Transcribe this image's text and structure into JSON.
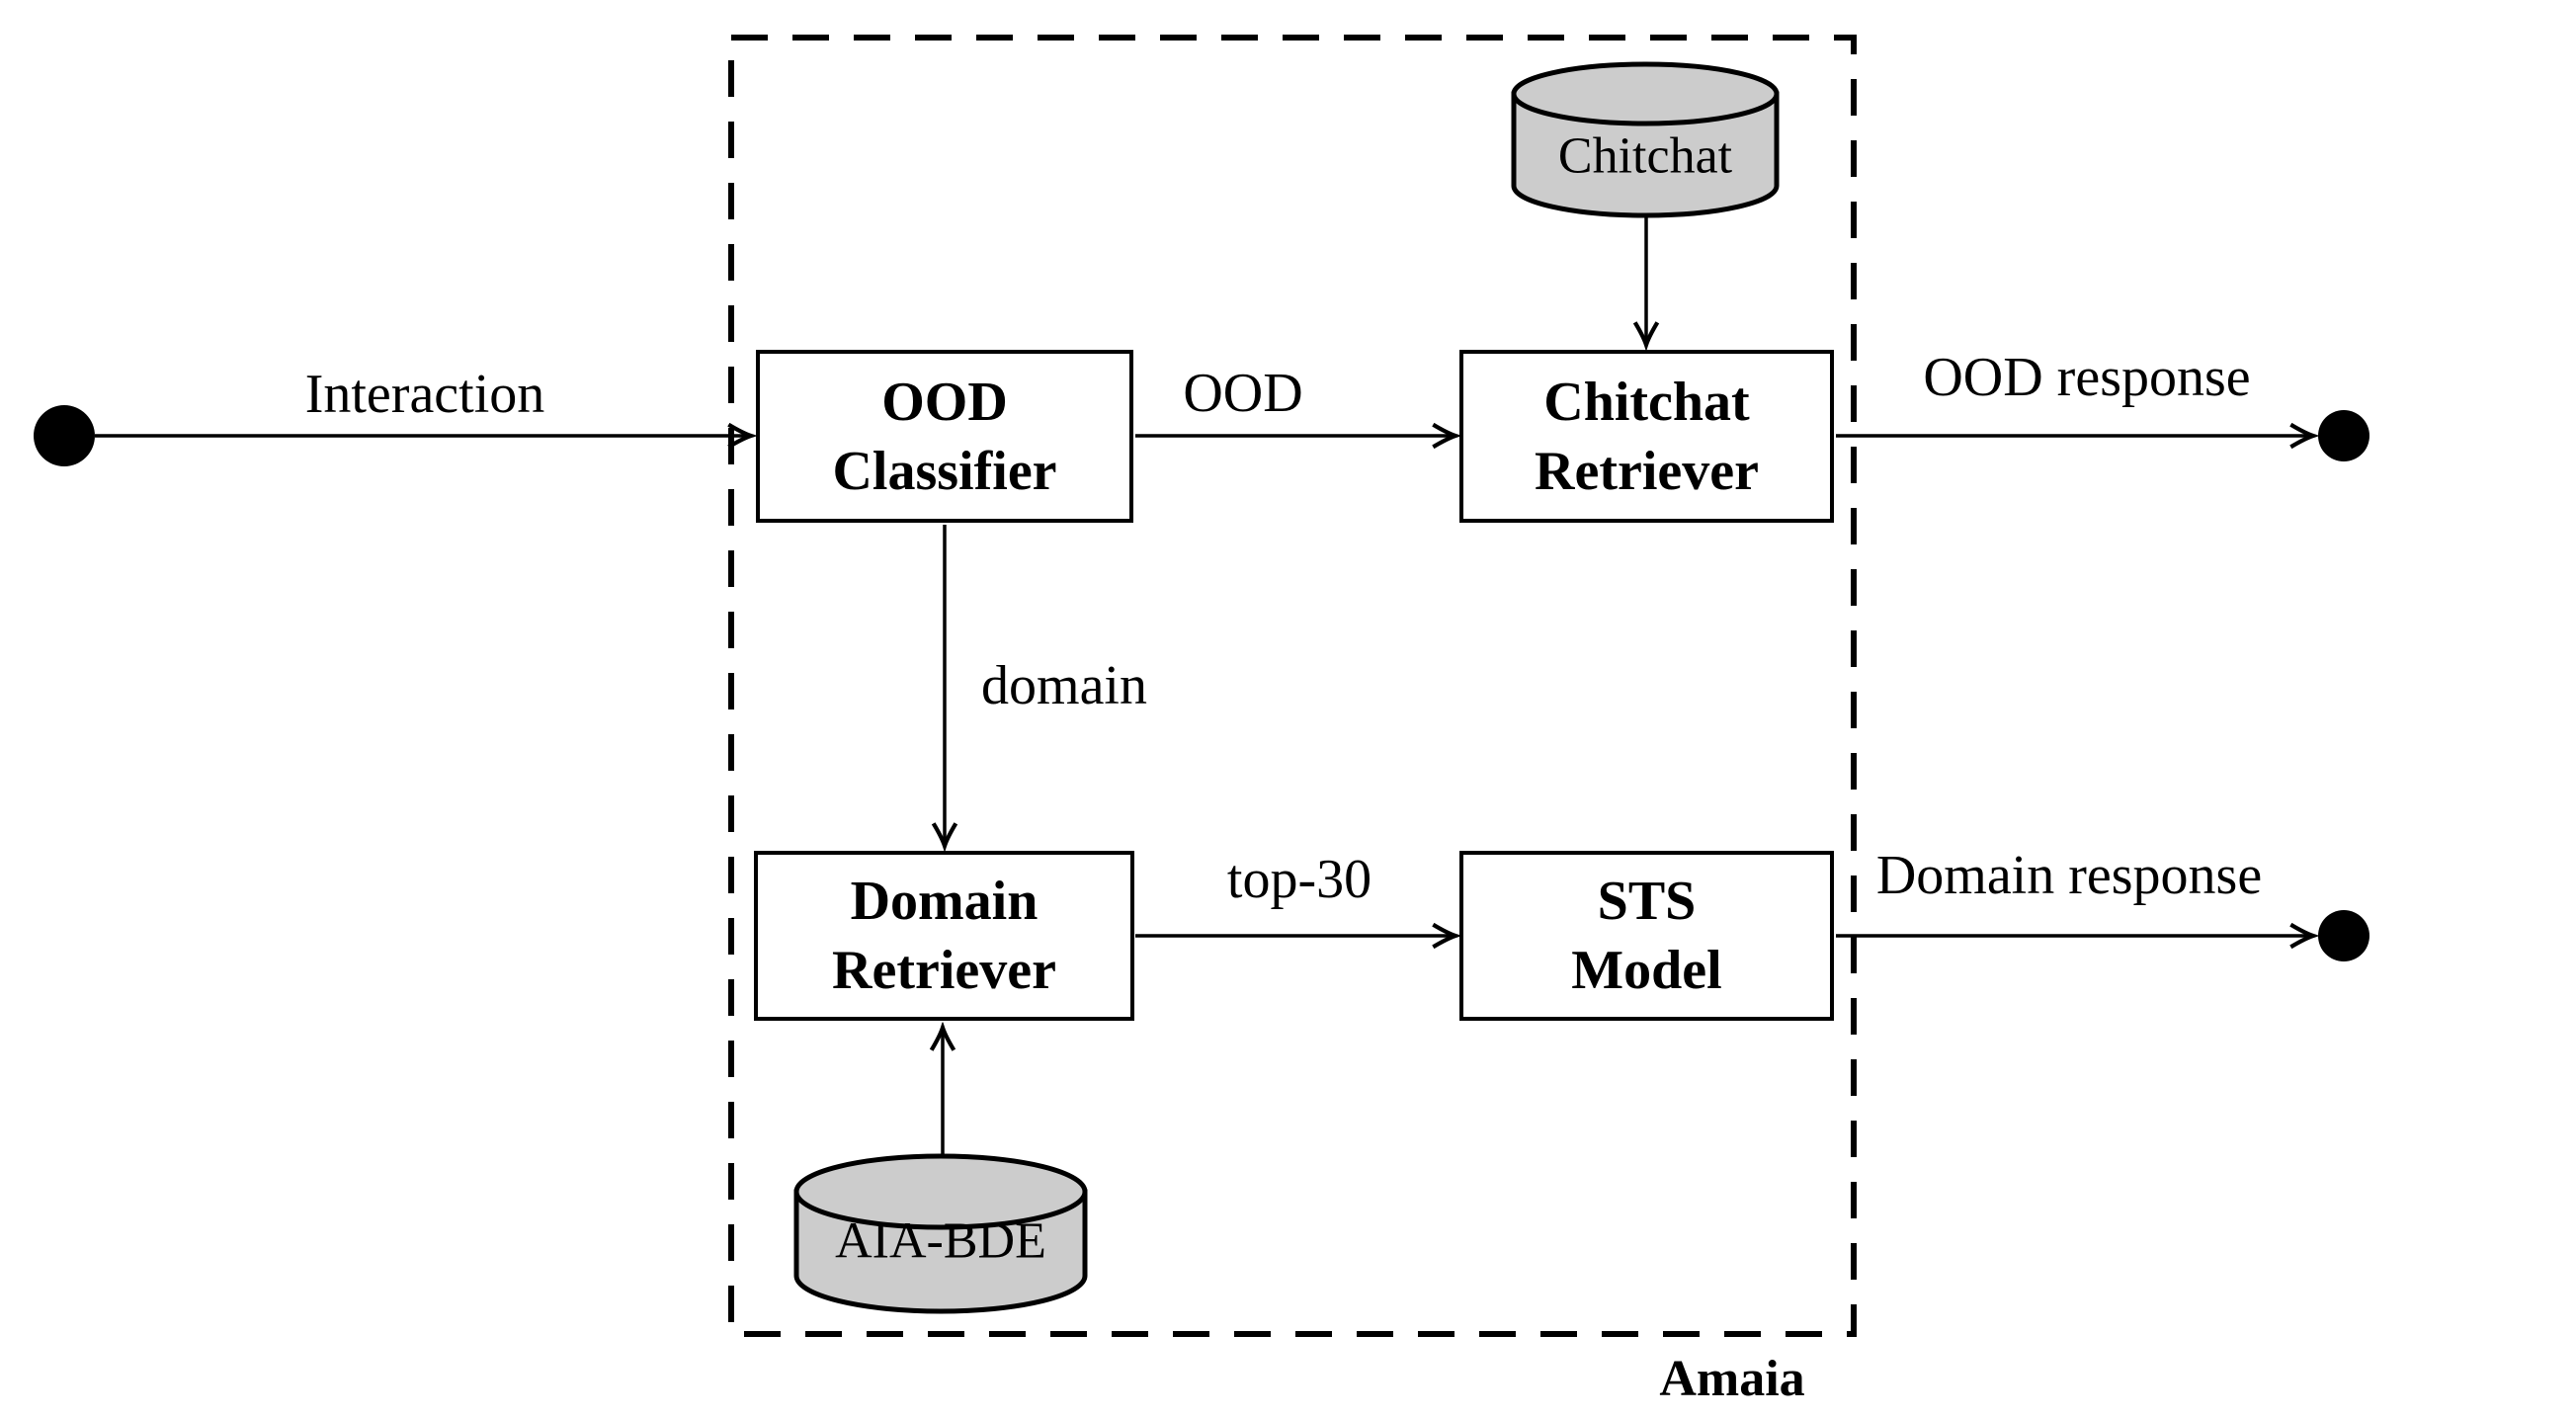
{
  "colors": {
    "line": "#000000",
    "box_fill": "#ffffff",
    "database_fill": "#cccccc",
    "background": "#ffffff"
  },
  "container": {
    "label": "Amaia"
  },
  "nodes": {
    "start": "start-node",
    "end_ood": "end-node",
    "end_domain": "end-node"
  },
  "boxes": {
    "ood_classifier": {
      "line1": "OOD",
      "line2": "Classifier"
    },
    "chitchat_retriever": {
      "line1": "Chitchat",
      "line2": "Retriever"
    },
    "domain_retriever": {
      "line1": "Domain",
      "line2": "Retriever"
    },
    "sts_model": {
      "line1": "STS",
      "line2": "Model"
    }
  },
  "databases": {
    "chitchat": {
      "label": "Chitchat"
    },
    "aia_bde": {
      "label": "AIA-BDE"
    }
  },
  "edges": {
    "interaction": {
      "label": "Interaction"
    },
    "ood": {
      "label": "OOD"
    },
    "ood_response": {
      "label": "OOD response"
    },
    "domain": {
      "label": "domain"
    },
    "top_30": {
      "label": "top-30"
    },
    "domain_response": {
      "label": "Domain response"
    }
  }
}
